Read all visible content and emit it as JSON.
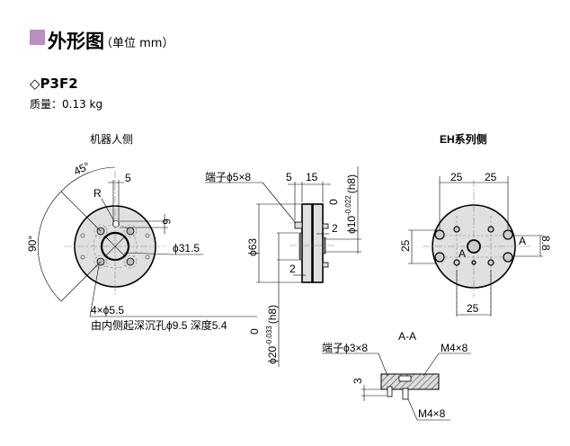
{
  "header": {
    "title": "外形图",
    "unit": "（单位 mm）",
    "accent_color": "#b98fc3"
  },
  "model": {
    "name": "◇P3F2",
    "mass": "质量：0.13 kg"
  },
  "robot_side": {
    "title": "机器人侧",
    "angle_45": "45°",
    "angle_90": "90°",
    "dim_5": "5",
    "label_r": "R",
    "dim_6": "6",
    "dia_31_5": "ϕ31.5",
    "holes": "4×ϕ5.5",
    "counterbore": "由内侧起深沉孔ϕ9.5 深度5.4"
  },
  "side_view": {
    "pin": "端子ϕ5×8",
    "dim_5": "5",
    "dim_15": "15",
    "dia_10": "ϕ10",
    "dia_10_tol_upper": "0",
    "dia_10_tol_lower": "-0.022",
    "dia_10_fit": "(h8)",
    "dia_63": "ϕ63",
    "dim_2_left": "2",
    "dim_2_right": "2",
    "dia_20": "ϕ20",
    "dia_20_tol_upper": "0",
    "dia_20_tol_lower": "-0.033",
    "dia_20_fit": "(h8)"
  },
  "eh_side": {
    "title": "EH系列侧",
    "dim_25_top_left": "25",
    "dim_25_top_right": "25",
    "dim_25_left": "25",
    "dim_25_bottom": "25",
    "section_a_left": "A",
    "section_a_right": "A",
    "dim_8_8": "8.8"
  },
  "section": {
    "title": "A-A",
    "pin": "端子ϕ3×8",
    "thread_top": "M4×8",
    "thread_bottom": "M4×8",
    "dim_3": "3"
  }
}
